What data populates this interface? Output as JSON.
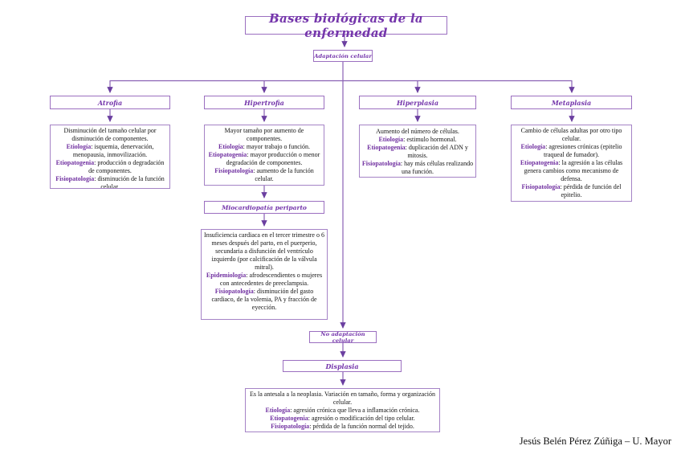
{
  "title": "Bases biológicas de la enfermedad",
  "attribution": "Jesús Belén Pérez Zúñiga – U. Mayor",
  "colors": {
    "purple_accent": "#7030a0",
    "script_purple": "#7435ab",
    "line_purple": "#8a62b4",
    "border_purple": "#9b6fc0"
  },
  "nodes": {
    "adaptacion": {
      "label": "Adaptación celular"
    },
    "no_adaptacion": {
      "label": "No adaptación celular"
    },
    "atrofia": {
      "label": "Atrofia",
      "desc": [
        [
          {
            "t": "Disminución del tamaño celular por disminución de componentes."
          }
        ],
        [
          {
            "t": "Etiología",
            "kw": true
          },
          {
            "t": ": isquemia, denervación, menopausia, inmovilización."
          }
        ],
        [
          {
            "t": "Etiopatogenia",
            "kw": true
          },
          {
            "t": ": producción o degradación de componentes."
          }
        ],
        [
          {
            "t": "Fisiopatología",
            "kw": true
          },
          {
            "t": ": disminución de la función celular."
          }
        ]
      ]
    },
    "hipertrofia": {
      "label": "Hipertrofia",
      "desc": [
        [
          {
            "t": "Mayor tamaño por aumento de componentes."
          }
        ],
        [
          {
            "t": "Etiología",
            "kw": true
          },
          {
            "t": ": mayor trabajo o función."
          }
        ],
        [
          {
            "t": "Etiopatogenia",
            "kw": true
          },
          {
            "t": ": mayor producción o menor degradación de componentes."
          }
        ],
        [
          {
            "t": "Fisiopatología",
            "kw": true
          },
          {
            "t": ": aumento de la función celular."
          }
        ]
      ]
    },
    "hiperplasia": {
      "label": "Hiperplasia",
      "desc": [
        [
          {
            "t": "Aumento del número de células."
          }
        ],
        [
          {
            "t": "Etiología",
            "kw": true
          },
          {
            "t": ": estimulo hormonal."
          }
        ],
        [
          {
            "t": "Etiopatogenia",
            "kw": true
          },
          {
            "t": ": duplicación del ADN y mitosis."
          }
        ],
        [
          {
            "t": "Fisiopatología",
            "kw": true
          },
          {
            "t": ": hay más células realizando una función."
          }
        ]
      ]
    },
    "metaplasia": {
      "label": "Metaplasia",
      "desc": [
        [
          {
            "t": "Cambio de células adultas por otro tipo celular."
          }
        ],
        [
          {
            "t": "Etiología",
            "kw": true
          },
          {
            "t": ": agresiones crónicas (epitelio traqueal de fumador)."
          }
        ],
        [
          {
            "t": "Etiopatogenia",
            "kw": true
          },
          {
            "t": ": la agresión a las células genera cambios como mecanismo de defensa."
          }
        ],
        [
          {
            "t": "Fisiopatología",
            "kw": true
          },
          {
            "t": ": pérdida de función del epitelio."
          }
        ]
      ]
    },
    "miocardiopatia": {
      "label": "Miocardiopatía periparto",
      "desc": [
        [
          {
            "t": "Insuficiencia cardiaca en el tercer trimestre o 6 meses después del parto, en el puerperio, secundaria a disfunción del ventrículo izquierdo (por calcificación de la válvula mitral)."
          }
        ],
        [
          {
            "t": "Epidemiología",
            "kw": true
          },
          {
            "t": ": afrodescendientes o mujeres con antecedentes de preeclampsia."
          }
        ],
        [
          {
            "t": "Fisiopatología",
            "kw": true
          },
          {
            "t": ": disminución del gasto cardiaco, de la volemia, PA y fracción de eyección."
          }
        ]
      ]
    },
    "displasia": {
      "label": "Displasia",
      "desc": [
        [
          {
            "t": "Es la antesala a la neoplasia. Variación en tamaño, forma y organización celular."
          }
        ],
        [
          {
            "t": "Etiología",
            "kw": true
          },
          {
            "t": ": agresión crónica que lleva a inflamación crónica."
          }
        ],
        [
          {
            "t": "Etiopatogenia",
            "kw": true
          },
          {
            "t": ": agresión o modificación del tipo celular."
          }
        ],
        [
          {
            "t": "Fisiopatología",
            "kw": true
          },
          {
            "t": ": pérdida de la función normal del tejido."
          }
        ]
      ]
    }
  }
}
